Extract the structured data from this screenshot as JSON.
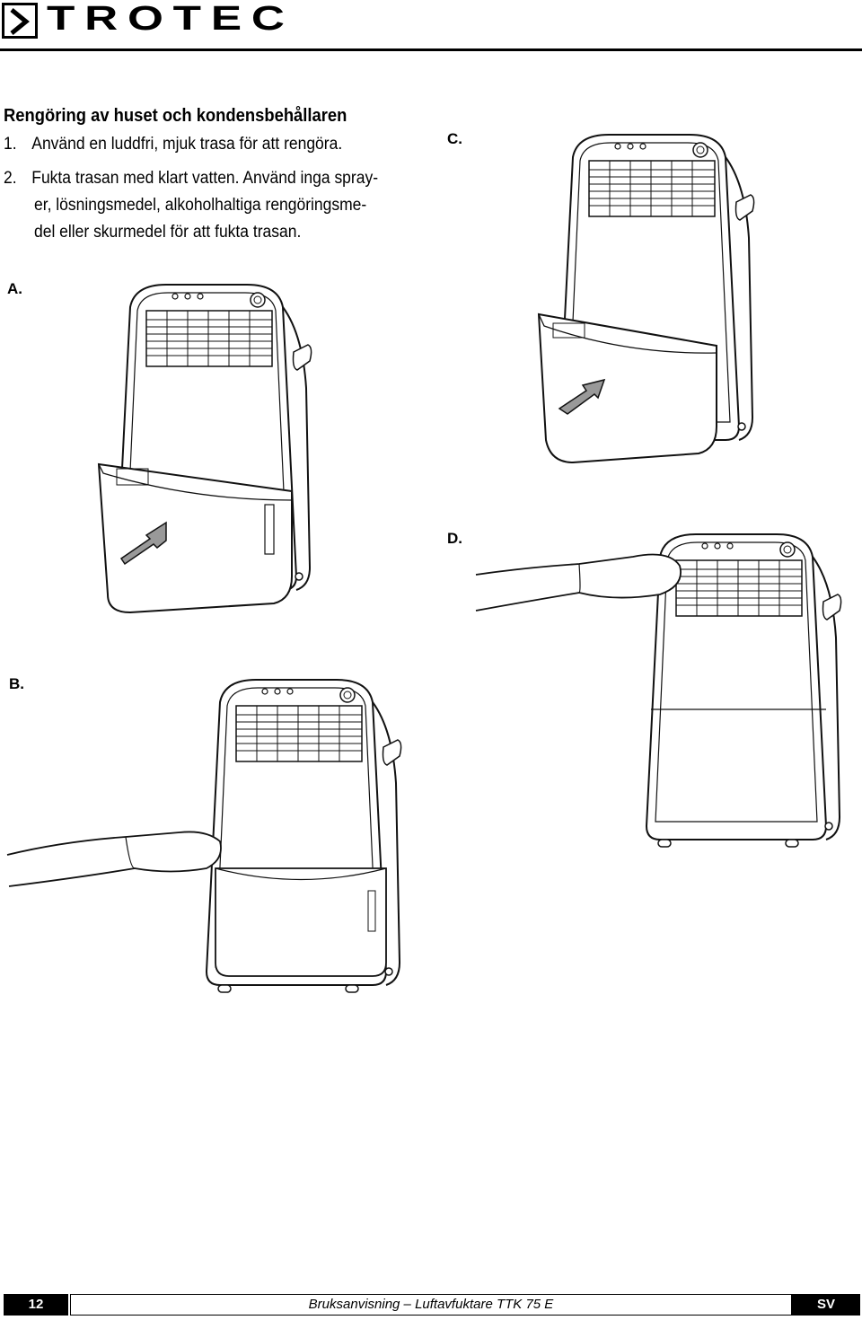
{
  "header": {
    "brand": "TROTEC"
  },
  "section": {
    "title": "Rengöring av huset och kondensbehållaren",
    "steps": [
      {
        "num": "1.",
        "text": "Använd en luddfri, mjuk trasa för att rengöra."
      },
      {
        "num": "2.",
        "line1": "Fukta trasan med klart vatten. Använd inga spray-",
        "line2": "er, lösningsmedel, alkoholhaltiga rengöringsme-",
        "line3": "del eller skurmedel för att fukta trasan."
      }
    ]
  },
  "figures": {
    "a": "A.",
    "b": "B.",
    "c": "C.",
    "d": "D."
  },
  "footer": {
    "page": "12",
    "doc": "Bruksanvisning – Luftavfuktare TTK 75 E",
    "lang": "SV"
  }
}
